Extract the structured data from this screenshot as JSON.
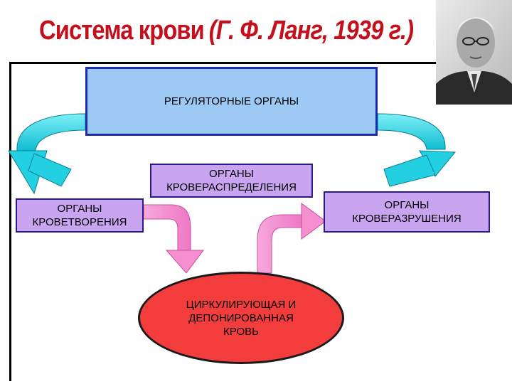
{
  "title": {
    "main": "Система крови",
    "sub": "(Г. Ф. Ланг, 1939 г.)"
  },
  "nodes": {
    "regulatory": "РЕГУЛЯТОРНЫЕ ОРГАНЫ",
    "redistribution": "ОРГАНЫ КРОВЕРАСПРЕДЕЛЕНИЯ",
    "hematopoiesis": "ОРГАНЫ КРОВЕТВОРЕНИЯ",
    "destruction": "ОРГАНЫ КРОВЕРАЗРУШЕНИЯ",
    "blood": "ЦИРКУЛИРУЮЩАЯ И ДЕПОНИРОВАННАЯ КРОВЬ"
  },
  "colors": {
    "title": "#c4101c",
    "regulatory_fill": "#9ccaf5",
    "organ_fill": "#c9a4f0",
    "blood_fill": "#f33d3d",
    "cyan_arrow": "#22d0e2",
    "pink_arrow": "#f58fcf"
  },
  "portrait": {
    "icon": "portrait-photo"
  }
}
